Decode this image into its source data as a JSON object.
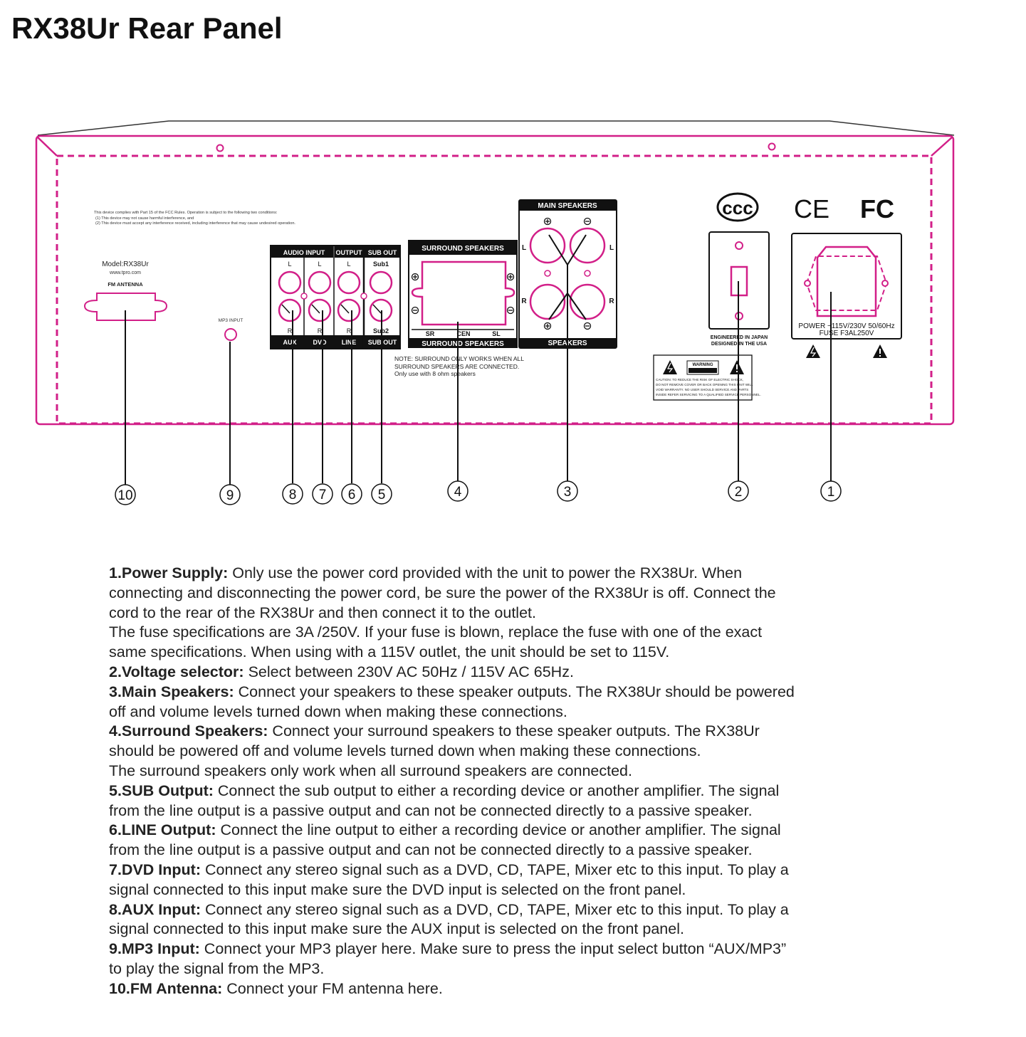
{
  "page": {
    "title": "RX38Ur Rear Panel"
  },
  "colors": {
    "accent": "#d21f88",
    "ink": "#111111",
    "label_bg": "#111111"
  },
  "panel": {
    "fcc_text": [
      "This device complies with Part 15 of the FCC Rules. Operation is subject to the following two conditions:",
      "(1) This device may not cause harmful interference, and",
      "(2) This device must accept any interference received, including interference that may cause undesired operation."
    ],
    "model": "Model:RX38Ur",
    "website": "www.tpro.com",
    "fm_antenna": "FM ANTENNA",
    "mp3_input": "MP3 INPUT",
    "audio_input": "AUDIO INPUT",
    "output": "OUTPUT",
    "sub_out": "SUB OUT",
    "sub_out_bottom": "SUB OUT",
    "sub1": "Sub1",
    "sub2": "Sub2",
    "left": "L",
    "right": "R",
    "aux": "AUX",
    "dvd": "DVD",
    "line": "LINE",
    "surround_speakers": "SURROUND SPEAKERS",
    "sr": "SR",
    "cen": "CEN",
    "sl": "SL",
    "surround_note": [
      "NOTE: SURROUND ONLY WORKS WHEN ALL",
      "SURROUND SPEAKERS ARE CONNECTED.",
      "Only use with 8 ohm speakers"
    ],
    "main_speakers": "MAIN SPEAKERS",
    "speakers": "SPEAKERS",
    "engineered": "ENGINEERED IN JAPAN",
    "designed": "DESIGNED IN THE USA",
    "ce": "CE",
    "fc": "FC",
    "power_label": "POWER ~115V/230V 50/60Hz",
    "fuse_label": "FUSE F3AL250V",
    "warning_title": "WARNING",
    "warning_text": [
      "CAUTION: TO REDUCE THE RISK OF ELECTRIC SHOCK,",
      "DO NOT REMOVE COVER OR BACK OPENING THIS UNIT WILL",
      "VOID WARRANTY. NO USER SHOULD SERVICE AND PARTS",
      "INSIDE REFER SERVICING TO A QUALIFIED SERVICE PERSONNEL."
    ]
  },
  "callouts": [
    "10",
    "9",
    "8",
    "7",
    "6",
    "5",
    "4",
    "3",
    "2",
    "1"
  ],
  "descriptions": [
    {
      "title": "1.Power Supply:",
      "lines": [
        " Only use the power cord provided with the unit to power the RX38Ur. When",
        "connecting and disconnecting the power cord, be sure the power of the RX38Ur is off. Connect the",
        "cord to the rear of the RX38Ur and then connect it to the outlet.",
        "The fuse specifications are 3A /250V. If your fuse is blown, replace the fuse with one of the exact",
        "same specifications. When using with a 115V outlet, the unit should be set to 115V."
      ]
    },
    {
      "title": "2.Voltage selector:",
      "lines": [
        " Select between 230V AC 50Hz / 115V AC 65Hz."
      ]
    },
    {
      "title": "3.Main Speakers:",
      "lines": [
        " Connect your speakers to these speaker outputs. The RX38Ur should be powered",
        "off and volume levels turned down when making these connections."
      ]
    },
    {
      "title": "4.Surround Speakers:",
      "lines": [
        " Connect your surround speakers to these speaker outputs. The RX38Ur",
        "should be powered off and volume levels turned down when making these connections.",
        "The surround speakers only work when all surround speakers are connected."
      ]
    },
    {
      "title": "5.SUB Output:",
      "lines": [
        " Connect the sub output to either a recording device or another amplifier. The signal",
        "from the line output is a passive output and can not be connected directly to a passive speaker."
      ]
    },
    {
      "title": "6.LINE Output:",
      "lines": [
        " Connect the line output to either a recording device or another amplifier. The signal",
        "from the line output is a passive output and can not be connected directly to a passive speaker."
      ]
    },
    {
      "title": "7.DVD Input:",
      "lines": [
        " Connect any stereo signal such as a DVD, CD, TAPE, Mixer etc to this input. To play a",
        "signal connected to this input make sure the DVD input is selected on the front panel."
      ]
    },
    {
      "title": "8.AUX Input:",
      "lines": [
        " Connect any stereo signal such as a DVD, CD, TAPE, Mixer etc to this input. To play a",
        "signal connected to this input make sure the AUX input is selected on the front panel."
      ]
    },
    {
      "title": "9.MP3 Input:",
      "lines": [
        " Connect your MP3 player here. Make sure to press the input select button “AUX/MP3”",
        "to play the signal from the MP3."
      ]
    },
    {
      "title": "10.FM Antenna:",
      "lines": [
        " Connect your FM antenna here."
      ]
    }
  ]
}
